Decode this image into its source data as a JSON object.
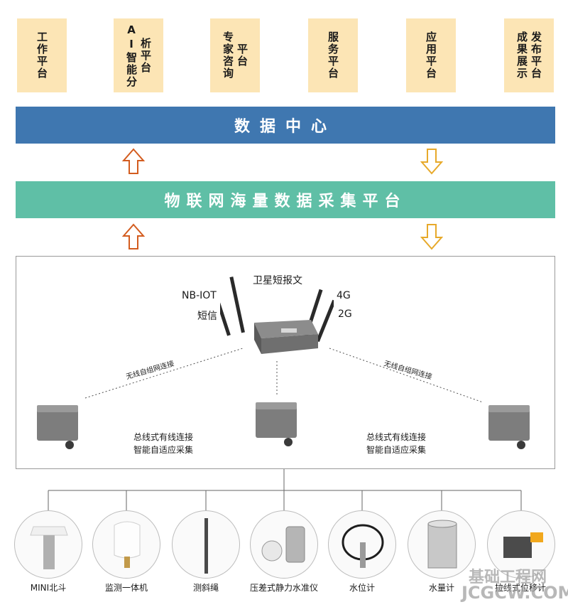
{
  "platforms": [
    {
      "col1": "工作平台",
      "col2": ""
    },
    {
      "col1": "析平台",
      "col2": "AI智能分"
    },
    {
      "col1": "平台",
      "col2": "专家咨询"
    },
    {
      "col1": "服务平台",
      "col2": ""
    },
    {
      "col1": "应用平台",
      "col2": ""
    },
    {
      "col1": "发布平台",
      "col2": "成果展示"
    }
  ],
  "data_center": "数据中心",
  "iot_platform": "物联网海量数据采集平台",
  "gateway": {
    "satellite": "卫星短报文",
    "nbiot": "NB-IOT",
    "sms": "短信",
    "g4": "4G",
    "g2": "2G"
  },
  "links": {
    "wireless_left": "无线自组网连接",
    "wireless_right": "无线自组网连接",
    "bus_line1": "总线式有线连接",
    "bus_line2": "智能自适应采集"
  },
  "sensors": [
    "MINI北斗",
    "监测一体机",
    "测斜绳",
    "压差式静力水准仪",
    "水位计",
    "水量计",
    "拉线式位移计"
  ],
  "watermark": {
    "cn": "基础工程网",
    "en": "JCGCW.COM"
  },
  "colors": {
    "data_center": "#3f77b0",
    "iot": "#5fbfa6",
    "platform": "#fce5b5"
  }
}
